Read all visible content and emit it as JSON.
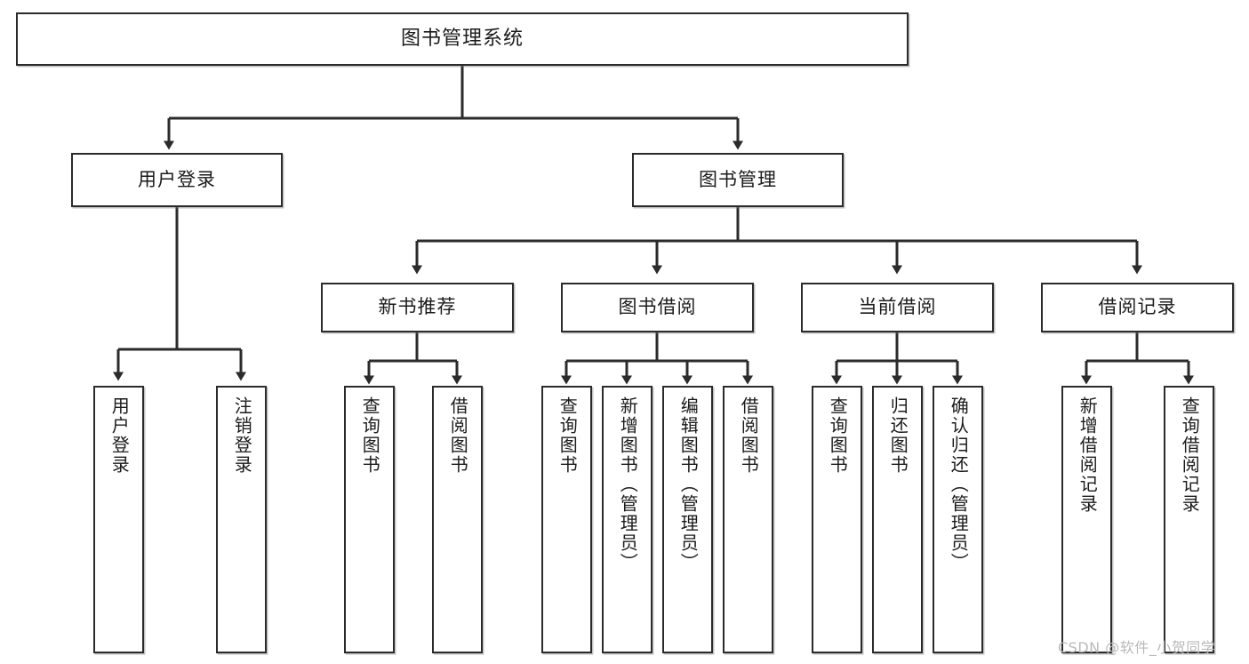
{
  "diagram": {
    "title": "图书管理系统",
    "type": "hierarchy-tree",
    "watermark": "CSDN @软件_小贺同学",
    "colors": {
      "stroke": "#2b2b2b",
      "fill": "#ffffff",
      "text": "#1b1b1b",
      "watermark": "#b9b9b9"
    },
    "nodes": {
      "root": {
        "label": "图书管理系统",
        "level": 1,
        "orientation": "horizontal"
      },
      "l2": [
        {
          "id": "user-login",
          "label": "用户登录",
          "level": 2,
          "orientation": "horizontal"
        },
        {
          "id": "book-manage",
          "label": "图书管理",
          "level": 2,
          "orientation": "horizontal"
        }
      ],
      "l3": [
        {
          "id": "new-book-rec",
          "label": "新书推荐",
          "level": 3,
          "orientation": "horizontal",
          "parent": "book-manage"
        },
        {
          "id": "book-borrow",
          "label": "图书借阅",
          "level": 3,
          "orientation": "horizontal",
          "parent": "book-manage"
        },
        {
          "id": "current-borrow",
          "label": "当前借阅",
          "level": 3,
          "orientation": "horizontal",
          "parent": "book-manage"
        },
        {
          "id": "borrow-record",
          "label": "借阅记录",
          "level": 3,
          "orientation": "horizontal",
          "parent": "book-manage"
        }
      ],
      "leaves": [
        {
          "id": "leaf-user-login",
          "label": "用户登录",
          "parent": "user-login",
          "orientation": "vertical"
        },
        {
          "id": "leaf-user-logout",
          "label": "注销登录",
          "parent": "user-login",
          "orientation": "vertical"
        },
        {
          "id": "leaf-rec-query",
          "label": "查询图书",
          "parent": "new-book-rec",
          "orientation": "vertical"
        },
        {
          "id": "leaf-rec-borrow",
          "label": "借阅图书",
          "parent": "new-book-rec",
          "orientation": "vertical"
        },
        {
          "id": "leaf-borrow-query",
          "label": "查询图书",
          "parent": "book-borrow",
          "orientation": "vertical"
        },
        {
          "id": "leaf-borrow-add",
          "label": "新增图书（管理员）",
          "parent": "book-borrow",
          "orientation": "vertical"
        },
        {
          "id": "leaf-borrow-edit",
          "label": "编辑图书（管理员）",
          "parent": "book-borrow",
          "orientation": "vertical"
        },
        {
          "id": "leaf-borrow-lend",
          "label": "借阅图书",
          "parent": "book-borrow",
          "orientation": "vertical"
        },
        {
          "id": "leaf-cur-query",
          "label": "查询图书",
          "parent": "current-borrow",
          "orientation": "vertical"
        },
        {
          "id": "leaf-cur-return",
          "label": "归还图书",
          "parent": "current-borrow",
          "orientation": "vertical"
        },
        {
          "id": "leaf-cur-confirm",
          "label": "确认归还（管理员）",
          "parent": "current-borrow",
          "orientation": "vertical"
        },
        {
          "id": "leaf-rec-add",
          "label": "新增借阅记录",
          "parent": "borrow-record",
          "orientation": "vertical"
        },
        {
          "id": "leaf-rec-search",
          "label": "查询借阅记录",
          "parent": "borrow-record",
          "orientation": "vertical"
        }
      ]
    }
  }
}
